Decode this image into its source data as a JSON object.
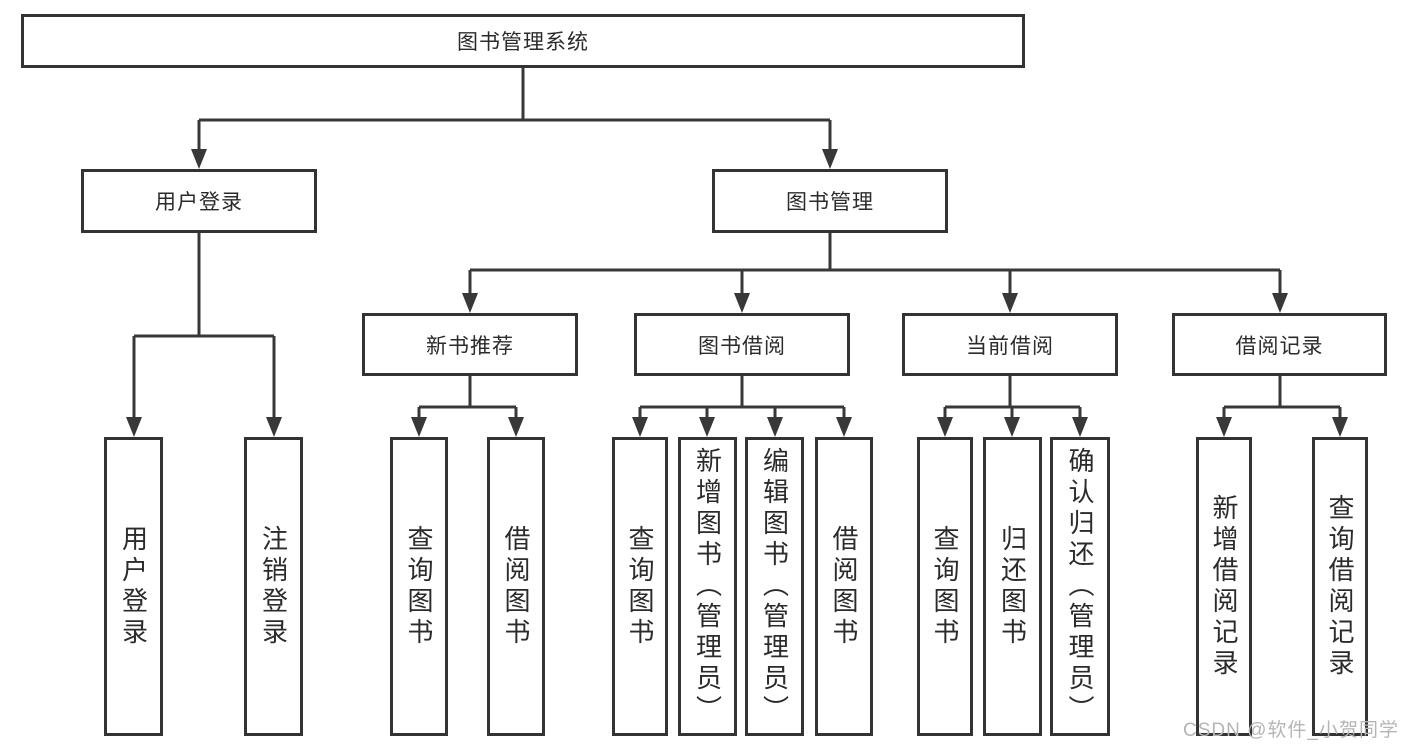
{
  "diagram": {
    "type": "hierarchy-tree",
    "root": {
      "label": "图书管理系统",
      "children": [
        {
          "label": "用户登录",
          "children": [
            {
              "label": "用户登录"
            },
            {
              "label": "注销登录"
            }
          ]
        },
        {
          "label": "图书管理",
          "children": [
            {
              "label": "新书推荐",
              "children": [
                {
                  "label": "查询图书"
                },
                {
                  "label": "借阅图书"
                }
              ]
            },
            {
              "label": "图书借阅",
              "children": [
                {
                  "label": "查询图书"
                },
                {
                  "label": "新增图书（管理员）"
                },
                {
                  "label": "编辑图书（管理员）"
                },
                {
                  "label": "借阅图书"
                }
              ]
            },
            {
              "label": "当前借阅",
              "children": [
                {
                  "label": "查询图书"
                },
                {
                  "label": "归还图书"
                },
                {
                  "label": "确认归还（管理员）"
                }
              ]
            },
            {
              "label": "借阅记录",
              "children": [
                {
                  "label": "新增借阅记录"
                },
                {
                  "label": "查询借阅记录"
                }
              ]
            }
          ]
        }
      ]
    }
  },
  "watermark": {
    "text": "CSDN @软件_小贺同学"
  },
  "colors": {
    "line": "#383838",
    "box_border": "#333333",
    "text": "#2b2b2b",
    "watermark": "#b5b5b5",
    "background": "#ffffff"
  }
}
